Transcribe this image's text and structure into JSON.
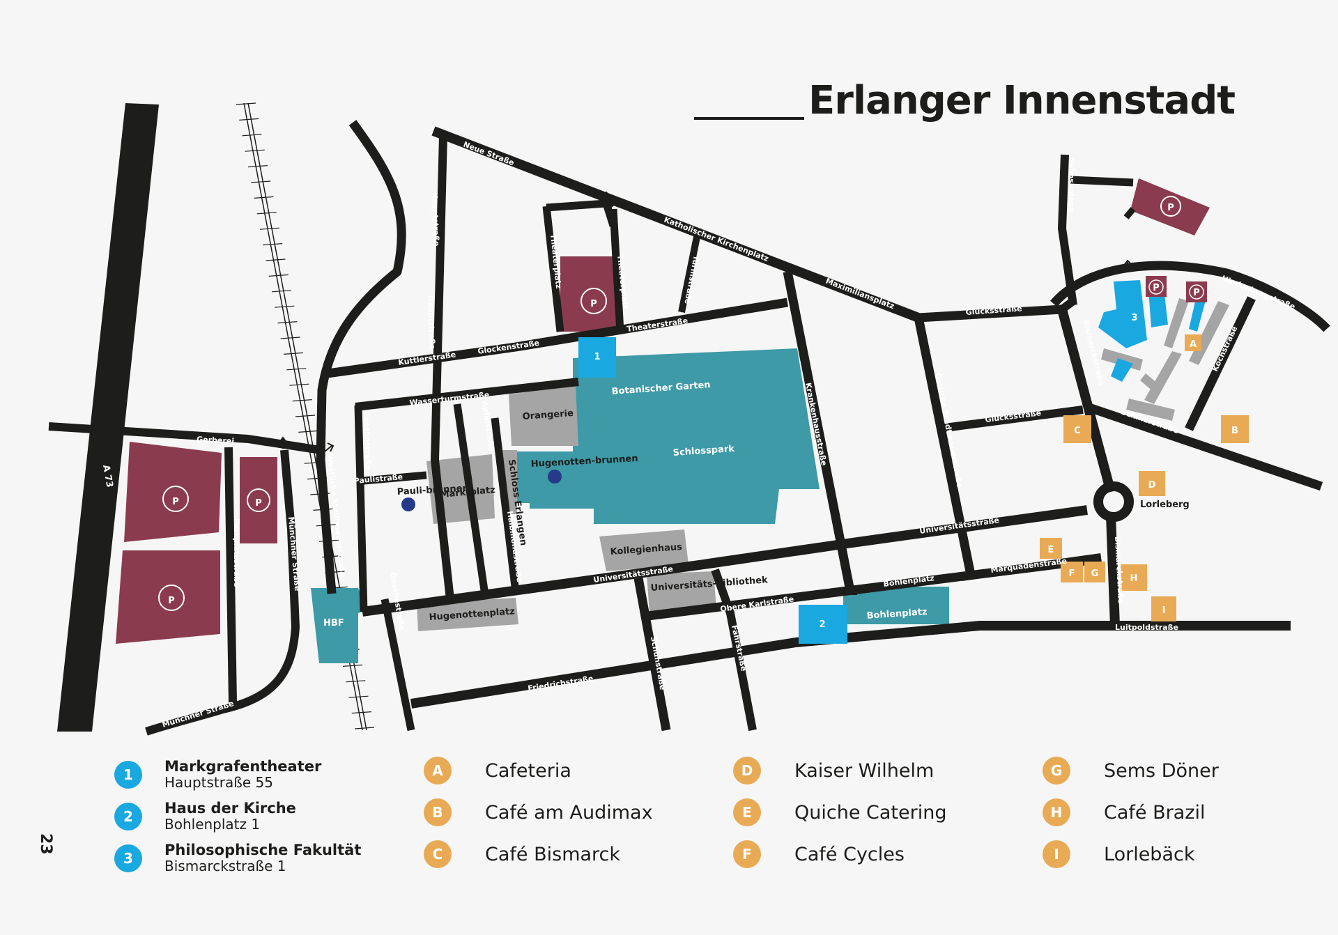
{
  "title": "Erlanger Innenstadt",
  "page_number": "23",
  "colors": {
    "road": "#1d1d1b",
    "parking": "#8b3b4e",
    "park": "#3d9aa6",
    "building_gray": "#a5a5a5",
    "venue_blue": "#1aa8e0",
    "cafe_orange": "#e9aa55",
    "fountain": "#263a8a",
    "background": "#f6f6f6"
  },
  "parking_symbol": "P",
  "streets": {
    "neue": "Neue Straße",
    "hauptstrasse_north": "Hauptstraße",
    "hauptstrasse_south": "Hauptstraße",
    "katholischer": "Katholischer Kirchenplatz",
    "maximilians": "Maximiliansplatz",
    "theaterplatz_left": "Theaterplatz",
    "theaterplatz_right": "Theaterplatz",
    "turm": "Turmstraße",
    "theaterstrasse": "Theaterstraße",
    "kuttler": "Kuttlerstraße",
    "glocken": "Glockenstraße",
    "wasserturm": "Wasserturmstraße",
    "goethe_north": "Goethestraße",
    "goethe_south": "Goethestraße",
    "apfel": "Apfelstraße",
    "pauli": "Paulistraße",
    "halbmond": "Halbmondstraße",
    "gerberei": "Gerberei",
    "parkplatz": "Parkplatzstraße",
    "muenchner_vert": "Münchner Straße",
    "muenchner_bottom": "Münchner Straße",
    "westliche": "Westliche Stadtmauerstraße",
    "universitaet_left": "Universitätsstraße",
    "universitaet_right": "Universitätsstraße",
    "obere_karl": "Obere Karlstraße",
    "friedrich": "Friedrichstraße",
    "schuh": "Schuhstraße",
    "fahr": "Fahrstraße",
    "krankenhaus": "Krankenhausstraße",
    "bohlenplatz_street": "Bohlenplatz",
    "gluecks_top": "Glücksstraße",
    "gluecks_mid": "Glücksstraße",
    "oestliche": "Östliche Stadtmauerstraße",
    "bismarck_north": "Bismarckstraße",
    "bismarck_south": "Bismarckstraße",
    "marquaden": "Marquadenstraße",
    "palmsanlage": "Palmsanlage",
    "hindenburg": "Hindenburgstraße",
    "koch": "Kochstraße",
    "schiller": "Schillerstraße",
    "luitpold": "Luitpoldstraße",
    "a73": "A 73"
  },
  "places": {
    "botanischer": "Botanischer Garten",
    "schlosspark": "Schlosspark",
    "orangerie": "Orangerie",
    "marktplatz": "Marktplatz",
    "schloss": "Schloss Erlangen",
    "hugenotten_brunnen": "Hugenotten-brunnen",
    "pauli_brunnen": "Pauli-brunnen",
    "kollegienhaus": "Kollegienhaus",
    "unibib": "Universitäts-bibliothek",
    "hugenottenplatz": "Hugenottenplatz",
    "bohlenplatz": "Bohlenplatz",
    "hbf": "HBF",
    "lorleberg": "Lorleberg"
  },
  "map_markers": {
    "venue_1": "1",
    "venue_2": "2",
    "venue_3": "3",
    "cafe_A": "A",
    "cafe_B": "B",
    "cafe_C": "C",
    "cafe_D": "D",
    "cafe_E": "E",
    "cafe_F": "F",
    "cafe_G": "G",
    "cafe_H": "H",
    "cafe_I": "I"
  },
  "legend": {
    "venues": [
      {
        "id": "1",
        "name": "Markgrafentheater",
        "address": "Hauptstraße 55"
      },
      {
        "id": "2",
        "name": "Haus der Kirche",
        "address": "Bohlenplatz 1"
      },
      {
        "id": "3",
        "name": "Philosophische Fakultät",
        "address": "Bismarckstraße 1"
      }
    ],
    "cafes": [
      {
        "id": "A",
        "name": "Cafeteria"
      },
      {
        "id": "B",
        "name": "Café am Audimax"
      },
      {
        "id": "C",
        "name": "Café Bismarck"
      },
      {
        "id": "D",
        "name": "Kaiser Wilhelm"
      },
      {
        "id": "E",
        "name": "Quiche Catering"
      },
      {
        "id": "F",
        "name": "Café Cycles"
      },
      {
        "id": "G",
        "name": "Sems Döner"
      },
      {
        "id": "H",
        "name": "Café Brazil"
      },
      {
        "id": "I",
        "name": "Lorlebäck"
      }
    ]
  }
}
